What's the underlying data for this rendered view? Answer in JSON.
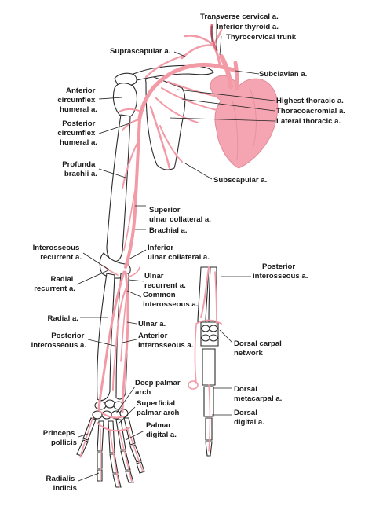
{
  "colors": {
    "artery": "#f29aa6",
    "artery_dark": "#e06c7e",
    "heart": "#f5a5b2",
    "bone_outline": "#2a2a2a",
    "label": "#1a1a1a",
    "background": "#ffffff"
  },
  "labels": {
    "transverse_cervical": "Transverse cervical a.",
    "inferior_thyroid": "Inferior thyroid a.",
    "thyrocervical_trunk": "Thyrocervical trunk",
    "suprascapular": "Suprascapular a.",
    "subclavian": "Subclavian a.",
    "anterior_circumflex_humeral": [
      "Anterior",
      "circumflex",
      "humeral a."
    ],
    "posterior_circumflex_humeral": [
      "Posterior",
      "circumflex",
      "humeral a."
    ],
    "highest_thoracic": "Highest thoracic a.",
    "thoracoacromial": "Thoracoacromial a.",
    "lateral_thoracic": "Lateral thoracic a.",
    "profunda_brachii": [
      "Profunda",
      "brachii a."
    ],
    "subscapular": "Subscapular a.",
    "superior_ulnar_collateral": [
      "Superior",
      "ulnar collateral a."
    ],
    "brachial": "Brachial a.",
    "interosseous_recurrent": [
      "Interosseous",
      "recurrent a."
    ],
    "inferior_ulnar_collateral": [
      "Inferior",
      "ulnar collateral a."
    ],
    "posterior_interosseous_right": [
      "Posterior",
      "interosseous a."
    ],
    "radial_recurrent": [
      "Radial",
      "recurrent a."
    ],
    "ulnar_recurrent": [
      "Ulnar",
      "recurrent a."
    ],
    "common_interosseous": [
      "Common",
      "interosseous a."
    ],
    "radial": "Radial a.",
    "ulnar": "Ulnar a.",
    "posterior_interosseous_left": [
      "Posterior",
      "interosseous a."
    ],
    "anterior_interosseous": [
      "Anterior",
      "interosseous a."
    ],
    "dorsal_carpal_network": [
      "Dorsal carpal",
      "network"
    ],
    "deep_palmar_arch": [
      "Deep palmar",
      "arch"
    ],
    "dorsal_metacarpal": [
      "Dorsal",
      "metacarpal a."
    ],
    "superficial_palmar_arch": [
      "Superficial",
      "palmar arch"
    ],
    "dorsal_digital": [
      "Dorsal",
      "digital a."
    ],
    "palmar_digital": [
      "Palmar",
      "digital a."
    ],
    "princeps_pollicis": [
      "Princeps",
      "pollicis"
    ],
    "radialis_indicis": [
      "Radialis",
      "indicis"
    ]
  }
}
